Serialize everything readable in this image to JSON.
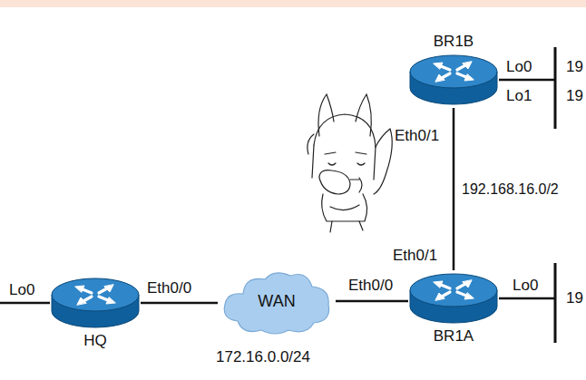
{
  "diagram": {
    "nodes": [
      {
        "text": [
          "BR1B"
        ]
      },
      {
        "text": [
          "HQ"
        ]
      },
      {
        "text": [
          "WAN"
        ]
      },
      {
        "text": [
          "BR1A"
        ]
      }
    ],
    "edges": [
      {
        "from": 1,
        "to": 2,
        "arrow": "none"
      },
      {
        "from": 2,
        "to": 3,
        "arrow": "none"
      },
      {
        "from": 3,
        "to": 0,
        "label": "192.168.16.0/2",
        "arrow": "none"
      }
    ],
    "labels": [
      "Lo0",
      "Lo1",
      "19",
      "19",
      "Eth0/1",
      "Eth0/1",
      "Lo0",
      "19",
      "Lo0",
      "Eth0/0",
      "Eth0/0",
      "172.16.0.0/24"
    ]
  }
}
